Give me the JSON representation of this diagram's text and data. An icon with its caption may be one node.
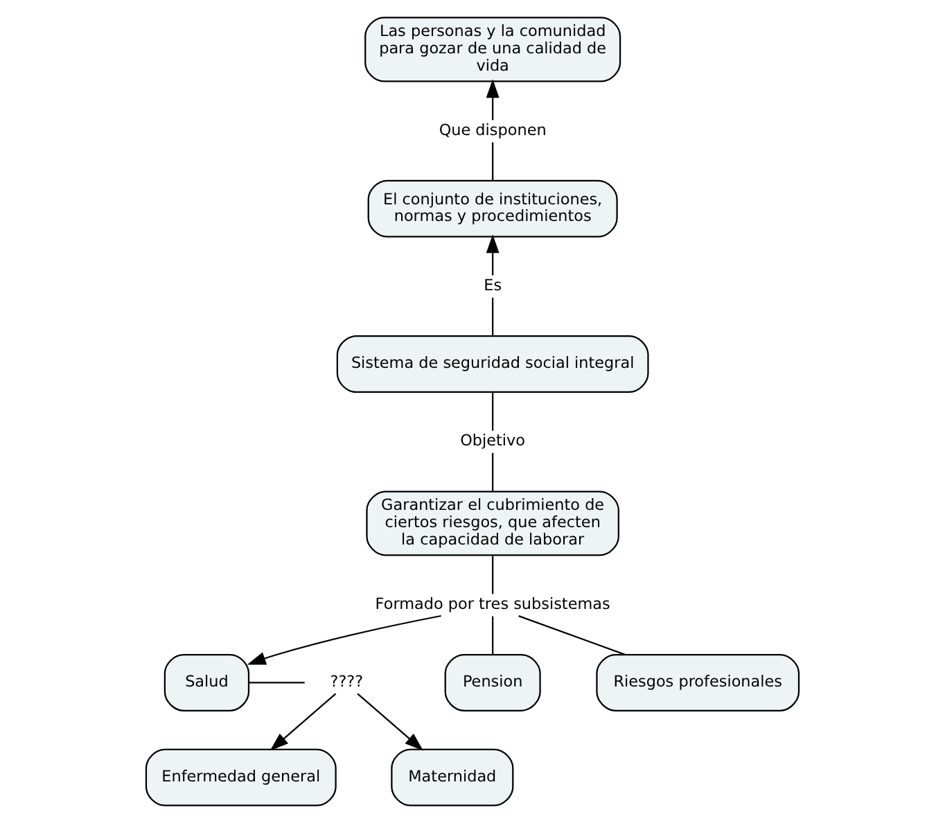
{
  "diagram": {
    "nodes": [
      {
        "text": [
          "Las personas y la comunidad para gozar de una calidad de vida"
        ]
      },
      {
        "text": [
          "Que disponen"
        ]
      },
      {
        "text": [
          "El conjunto de instituciones, normas y procedimientos"
        ]
      },
      {
        "text": [
          "Es"
        ]
      },
      {
        "text": [
          "Sistema de seguridad social integral"
        ]
      },
      {
        "text": [
          "Objetivo"
        ]
      },
      {
        "text": [
          "Garantizar el cubrimiento de ciertos riesgos, que afecten la capacidad de laborar"
        ]
      },
      {
        "text": [
          "Formado por tres subsistemas"
        ]
      },
      {
        "text": [
          "Enfermedad general"
        ]
      },
      {
        "text": [
          "????"
        ]
      },
      {
        "text": [
          "Salud"
        ]
      },
      {
        "text": [
          "Pension"
        ]
      },
      {
        "text": [
          "Riesgos profesionales"
        ]
      },
      {
        "text": [
          "Maternidad"
        ]
      }
    ],
    "edges": [
      {
        "from": 2,
        "to": 1,
        "arrow": "none"
      },
      {
        "from": 1,
        "to": 0,
        "arrow": "to"
      },
      {
        "from": 4,
        "to": 3,
        "arrow": "none"
      },
      {
        "from": 3,
        "to": 2,
        "arrow": "to"
      },
      {
        "from": 4,
        "to": 5,
        "arrow": "none"
      },
      {
        "from": 5,
        "to": 6,
        "arrow": "none"
      },
      {
        "from": 6,
        "to": 7,
        "arrow": "none"
      },
      {
        "from": 7,
        "to": 10,
        "arrow": "to"
      },
      {
        "from": 7,
        "to": 11,
        "arrow": "none"
      },
      {
        "from": 7,
        "to": 12,
        "arrow": "none"
      },
      {
        "from": 10,
        "to": 9,
        "arrow": "none"
      },
      {
        "from": 9,
        "to": 8,
        "arrow": "to"
      },
      {
        "from": 9,
        "to": 13,
        "arrow": "to"
      }
    ]
  }
}
